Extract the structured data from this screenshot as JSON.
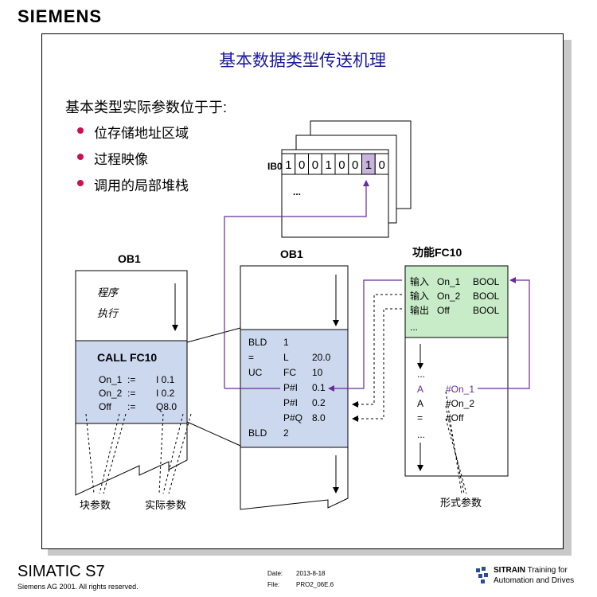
{
  "brand": "SIEMENS",
  "title": "基本数据类型传送机理",
  "intro": "基本类型实际参数位于于:",
  "bullets": [
    "位存储地址区域",
    "过程映像",
    "调用的局部堆栈"
  ],
  "ib0": {
    "label": "IB0",
    "bits": [
      "1",
      "0",
      "0",
      "1",
      "0",
      "0",
      "1",
      "0"
    ],
    "highlight_index": 6,
    "more": "..."
  },
  "ob1_left": {
    "title": "OB1",
    "program_label_1": "程序",
    "program_label_2": "执行",
    "call": "CALL FC10",
    "rows": [
      {
        "name": "On_1",
        "op": ":=",
        "val": "I 0.1"
      },
      {
        "name": "On_2",
        "op": ":=",
        "val": "I 0.2"
      },
      {
        "name": "Off",
        "op": ":=",
        "val": "Q8.0"
      }
    ],
    "block_param_label": "块参数",
    "actual_param_label": "实际参数"
  },
  "ob1_mid": {
    "title": "OB1",
    "rows": [
      {
        "c1": "BLD",
        "c2": "1",
        "c3": ""
      },
      {
        "c1": "=",
        "c2": "L",
        "c3": "20.0"
      },
      {
        "c1": "UC",
        "c2": "FC",
        "c3": "10"
      },
      {
        "c1": "",
        "c2": "P#I",
        "c3": "0.1"
      },
      {
        "c1": "",
        "c2": "P#I",
        "c3": "0.2"
      },
      {
        "c1": "",
        "c2": "P#Q",
        "c3": "8.0"
      },
      {
        "c1": "BLD",
        "c2": "2",
        "c3": ""
      }
    ]
  },
  "fc10": {
    "title": "功能FC10",
    "decl": [
      {
        "kind": "输入",
        "name": "On_1",
        "type": "BOOL"
      },
      {
        "kind": "输入",
        "name": "On_2",
        "type": "BOOL"
      },
      {
        "kind": "输出",
        "name": "Off",
        "type": "BOOL"
      }
    ],
    "decl_more": "...",
    "code_top_more": "...",
    "code": [
      {
        "op": "A",
        "arg": "#On_1"
      },
      {
        "op": "A",
        "arg": "#On_2"
      },
      {
        "op": "=",
        "arg": "#Off"
      }
    ],
    "code_bottom_more": "...",
    "formal_label": "形式参数"
  },
  "footer": {
    "product": "SIMATIC S7",
    "copyright": "Siemens AG 2001. All rights reserved.",
    "date_label": "Date:",
    "date_value": "2013-8-18",
    "file_label": "File:",
    "file_value": "PRO2_06E.6",
    "sitrain": "SITRAIN",
    "sitrain_tail": "Training for",
    "sitrain_line2": "Automation and Drives"
  },
  "colors": {
    "title": "#1a1aa0",
    "bullet": "#cc1050",
    "panel_blue": "#ccd8ee",
    "panel_green": "#c8ecc8",
    "highlight_cell": "#c8b4dc",
    "arrow_purple": "#6a2a9a"
  }
}
